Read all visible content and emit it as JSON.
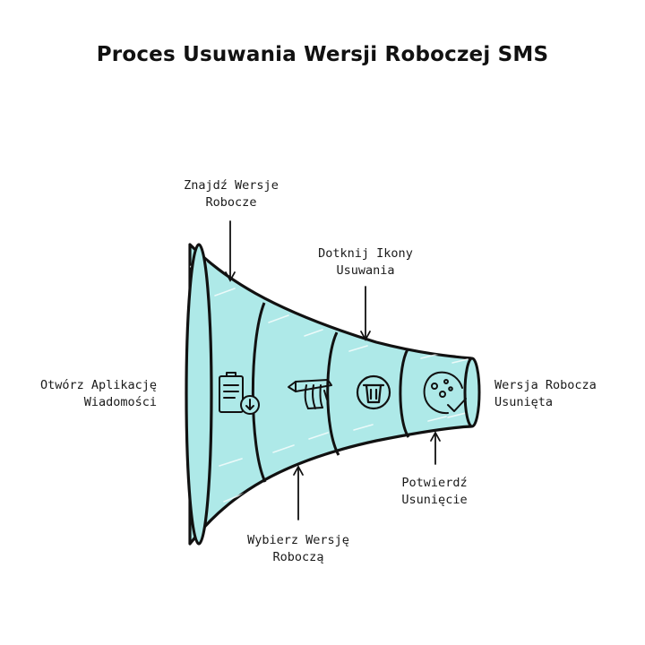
{
  "title": "Proces Usuwania Wersji Roboczej SMS",
  "colors": {
    "funnel_fill": "#aee9e8",
    "stroke": "#111111",
    "text": "#1a1a1a"
  },
  "stages": [
    {
      "label_line1": "Otwórz Aplikację",
      "label_line2": "Wiadomości",
      "icon": "clipboard-download-icon"
    },
    {
      "label_line1": "Znajdź Wersje",
      "label_line2": "Robocze",
      "icon": "hand-pen-icon"
    },
    {
      "label_line1": "Wybierz Wersję",
      "label_line2": "Roboczą",
      "icon": "trash-bin-icon"
    },
    {
      "label_line1": "Dotknij Ikony",
      "label_line2": "Usuwania",
      "icon": "check-badge-icon"
    },
    {
      "label_line1": "Potwierdź",
      "label_line2": "Usunięcie",
      "icon": ""
    },
    {
      "label_line1": "Wersja Robocza",
      "label_line2": "Usunięta",
      "icon": ""
    }
  ]
}
